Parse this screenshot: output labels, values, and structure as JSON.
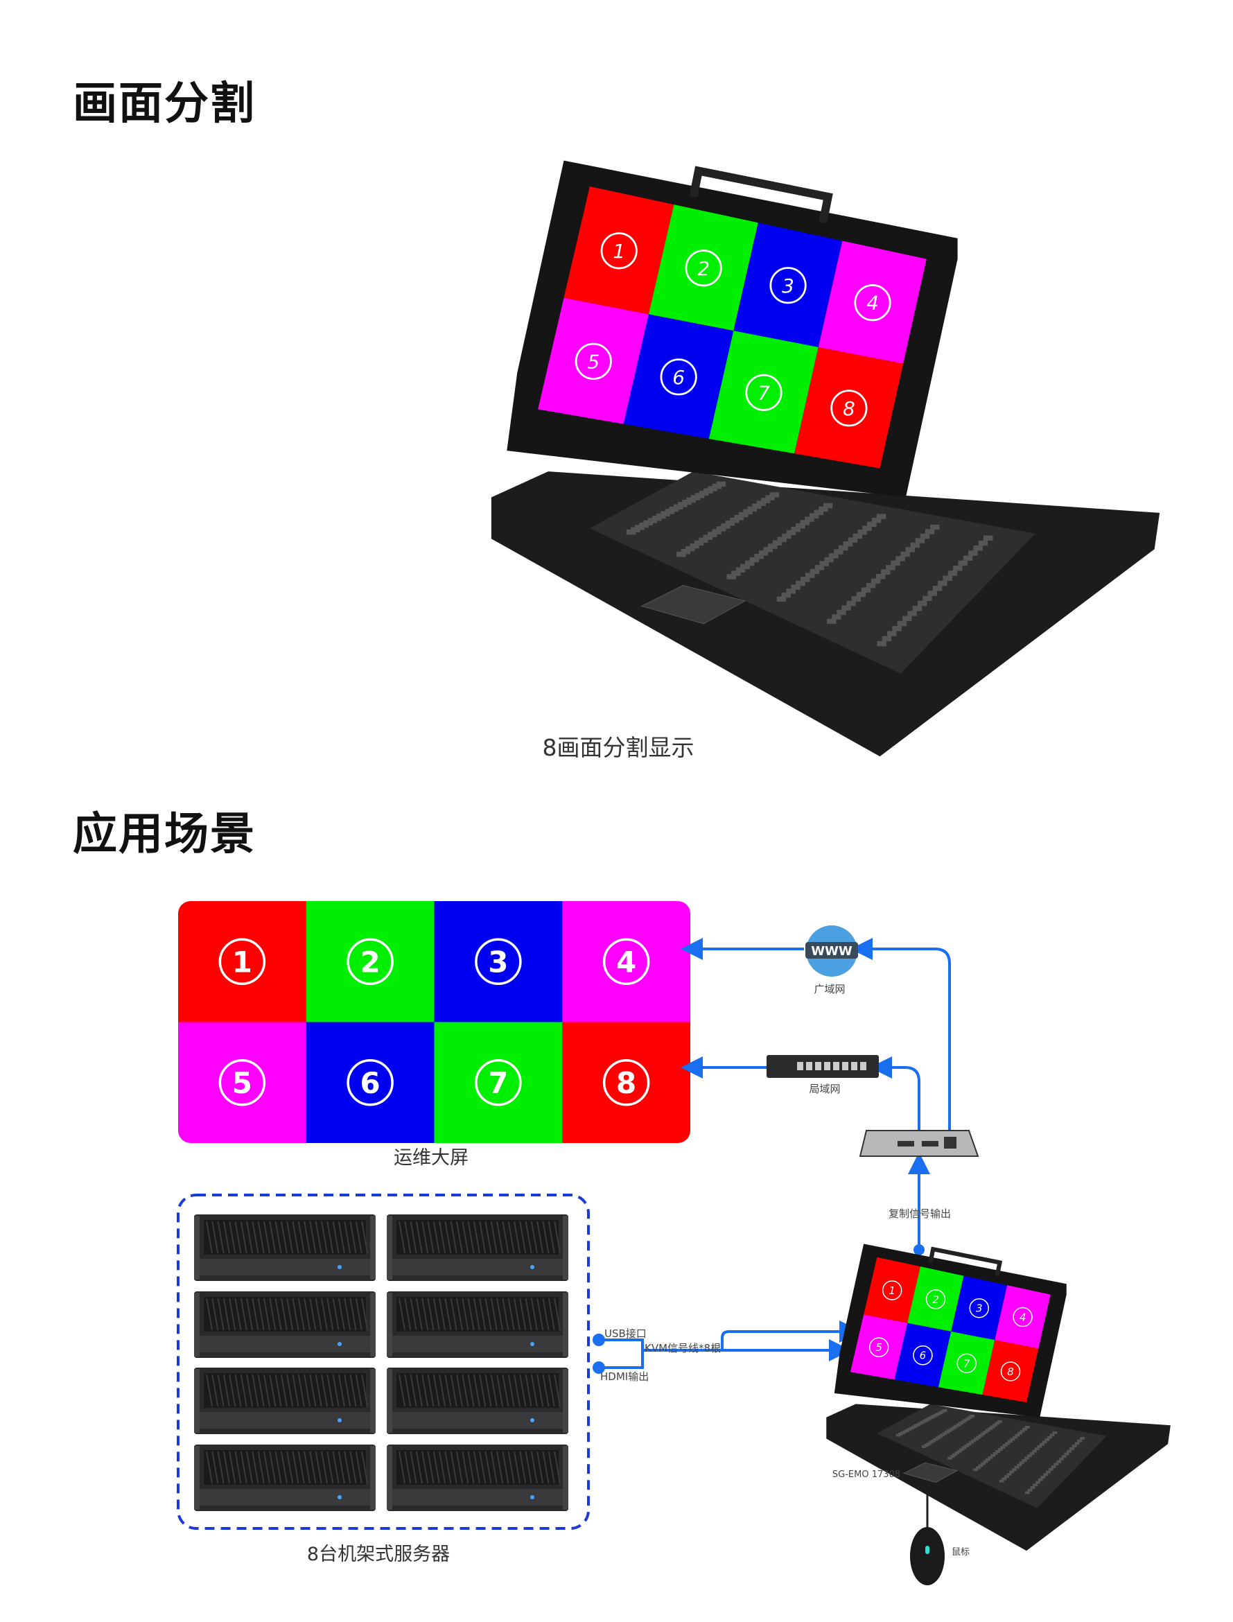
{
  "section1": {
    "heading": "画面分割",
    "caption": "8画面分割显示",
    "screen_numbers": [
      "1",
      "2",
      "3",
      "4",
      "5",
      "6",
      "7",
      "8"
    ]
  },
  "section2": {
    "heading": "应用场景",
    "big_screen": {
      "numbers": [
        "1",
        "2",
        "3",
        "4",
        "5",
        "6",
        "7",
        "8"
      ],
      "caption": "运维大屏"
    },
    "wan_label": "广域网",
    "www_label": "WWW",
    "lan_label": "局域网",
    "copy_signal_label": "复制信号输出",
    "usb_label": "USB接口",
    "kvm_cable_label": "KVM信号线*8根",
    "hdmi_label": "HDMI输出",
    "model_label": "SG-EMO 17308",
    "mouse_label": "鼠标",
    "servers_caption": "8台机架式服务器",
    "server_count": 8
  },
  "colors": {
    "cells": [
      "#ff0000",
      "#00ee00",
      "#0000f0",
      "#ff00ff",
      "#ff00ff",
      "#0000f0",
      "#00ee00",
      "#ff0000"
    ],
    "arrow": "#1a6ff0",
    "dashed_border": "#1a3ad8"
  }
}
